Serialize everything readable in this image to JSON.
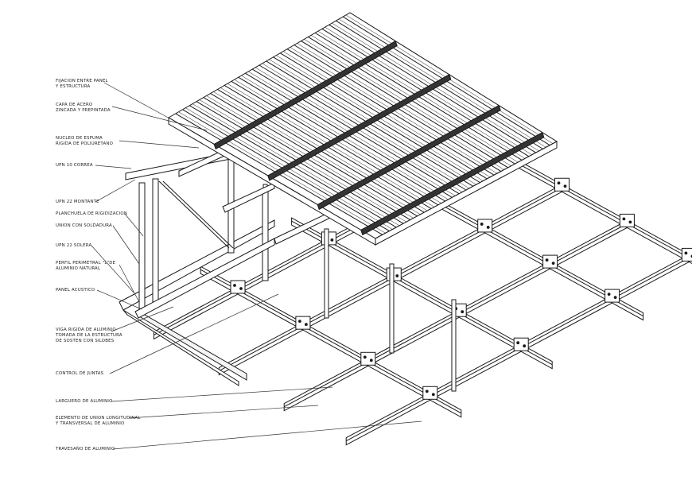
{
  "diagram": {
    "labels": [
      {
        "id": "fijacion",
        "lines": [
          "FIJACION ENTRE PANEL",
          "Y ESTRUCTURA"
        ]
      },
      {
        "id": "capa-acero",
        "lines": [
          "CAPA DE ACERO",
          "ZINCADA Y PREPINTADA"
        ]
      },
      {
        "id": "nucleo",
        "lines": [
          "NUCLEO DE ESPUMA",
          "RIGIDA DE POLIURETANO"
        ]
      },
      {
        "id": "upn-correa",
        "lines": [
          "UPN 10  CORREA"
        ]
      },
      {
        "id": "upn-montante",
        "lines": [
          "UPN 22 MONTANTE"
        ]
      },
      {
        "id": "planchuela",
        "lines": [
          "PLANCHUELA DE RIGIDIZACION"
        ]
      },
      {
        "id": "union-soldadura",
        "lines": [
          "UNION CON SOLDADURA"
        ]
      },
      {
        "id": "upn-solera",
        "lines": [
          "UPN 22 SOLERA"
        ]
      },
      {
        "id": "perfil-perimetral",
        "lines": [
          "PERFIL PERIMETRAL \"L\"DE",
          "ALUMINIO NATURAL"
        ]
      },
      {
        "id": "panel-acustico",
        "lines": [
          "PANEL ACUSTICO"
        ]
      },
      {
        "id": "viga-rigida",
        "lines": [
          "VIGA RIGIDA DE ALUMINIO",
          "TOMADA DE LA ESTRUCTURA",
          "DE SOSTEN CON SILOBES"
        ]
      },
      {
        "id": "control-juntas",
        "lines": [
          "CONTROL DE JUNTAS"
        ]
      },
      {
        "id": "larguero",
        "lines": [
          "LARGUERO DE ALUMINIO"
        ]
      },
      {
        "id": "elemento-union",
        "lines": [
          "ELEMENTO DE UNION LONGITUDINAL",
          "Y TRANSVERSAL DE ALUMINIO"
        ]
      },
      {
        "id": "travesano",
        "lines": [
          "TRAVESAÑO DE ALUMINIO"
        ]
      }
    ]
  }
}
